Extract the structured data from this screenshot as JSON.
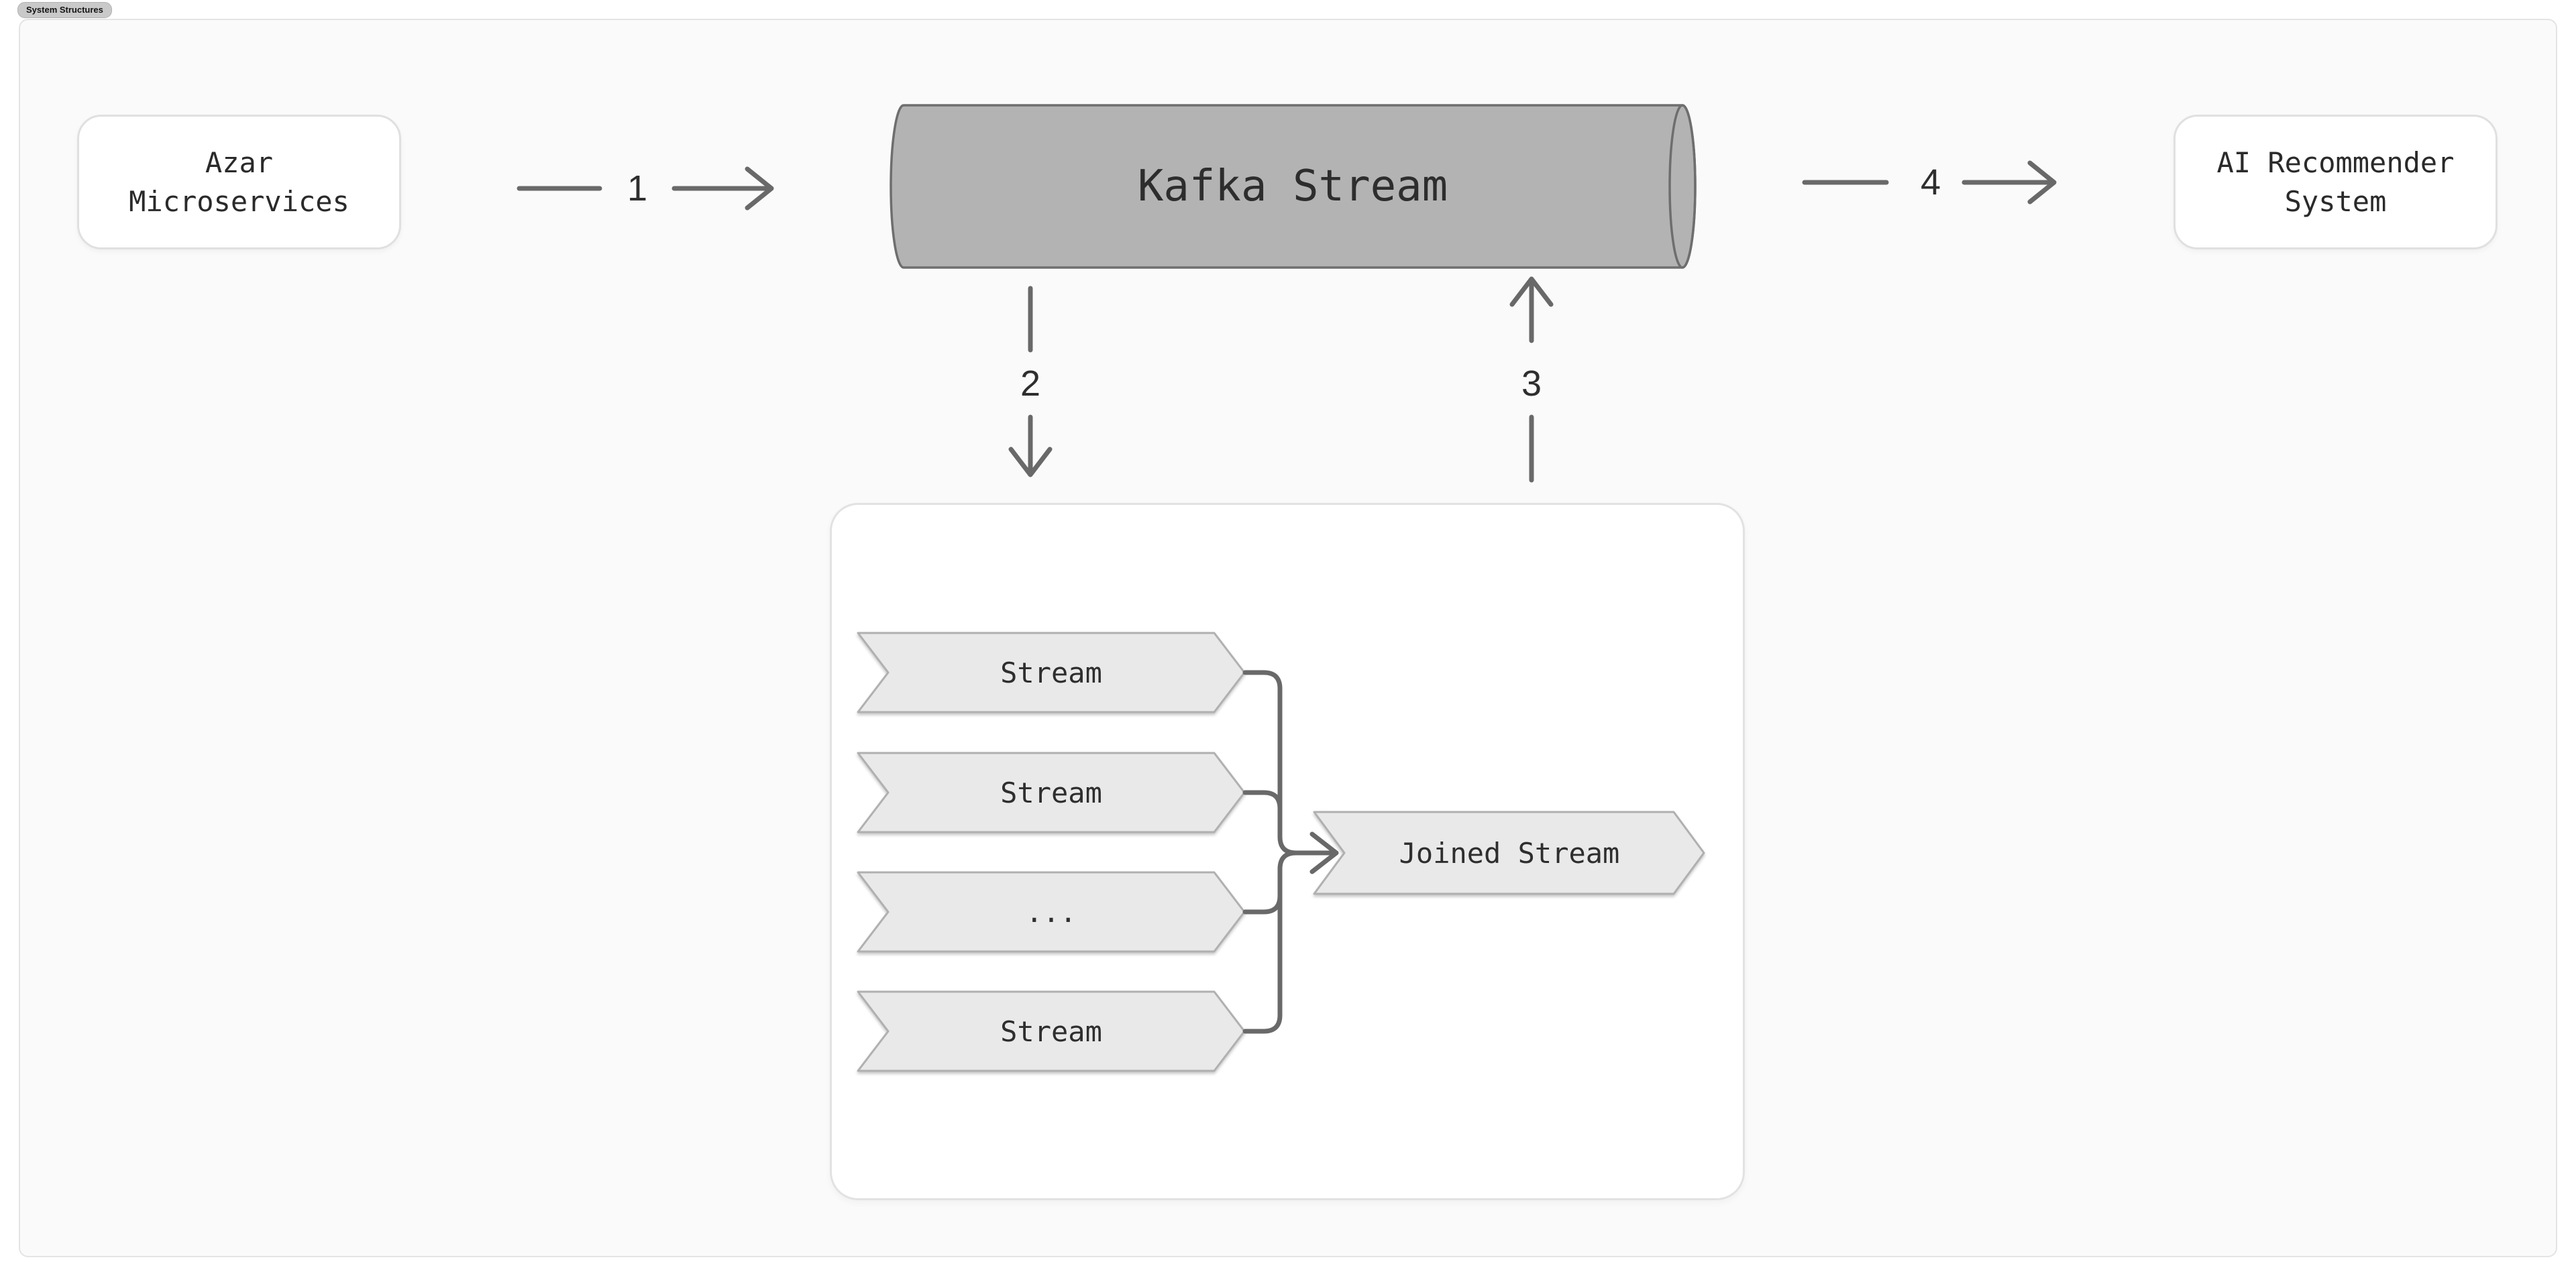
{
  "page": {
    "tag_label": "System Structures"
  },
  "nodes": {
    "azar": {
      "line1": "Azar",
      "line2": "Microservices"
    },
    "kafka": {
      "label": "Kafka Stream"
    },
    "ai": {
      "line1": "AI Recommender",
      "line2": "System"
    },
    "streams": [
      {
        "label": "Stream"
      },
      {
        "label": "Stream"
      },
      {
        "label": "..."
      },
      {
        "label": "Stream"
      }
    ],
    "joined": {
      "label": "Joined Stream"
    }
  },
  "edges": {
    "e1": "1",
    "e2": "2",
    "e3": "3",
    "e4": "4"
  },
  "colors": {
    "page_bg": "#ffffff",
    "panel_bg": "#fafafa",
    "panel_border": "#e4e4e4",
    "node_border": "#e0e0e0",
    "cylinder_fill": "#b3b3b3",
    "cylinder_stroke": "#6e6e6e",
    "chevron_fill": "#e9e9e9",
    "chevron_stroke": "#b0b0b0",
    "connector": "#696969",
    "text": "#2a2a2a",
    "pill_bg": "#c9c9c9"
  }
}
